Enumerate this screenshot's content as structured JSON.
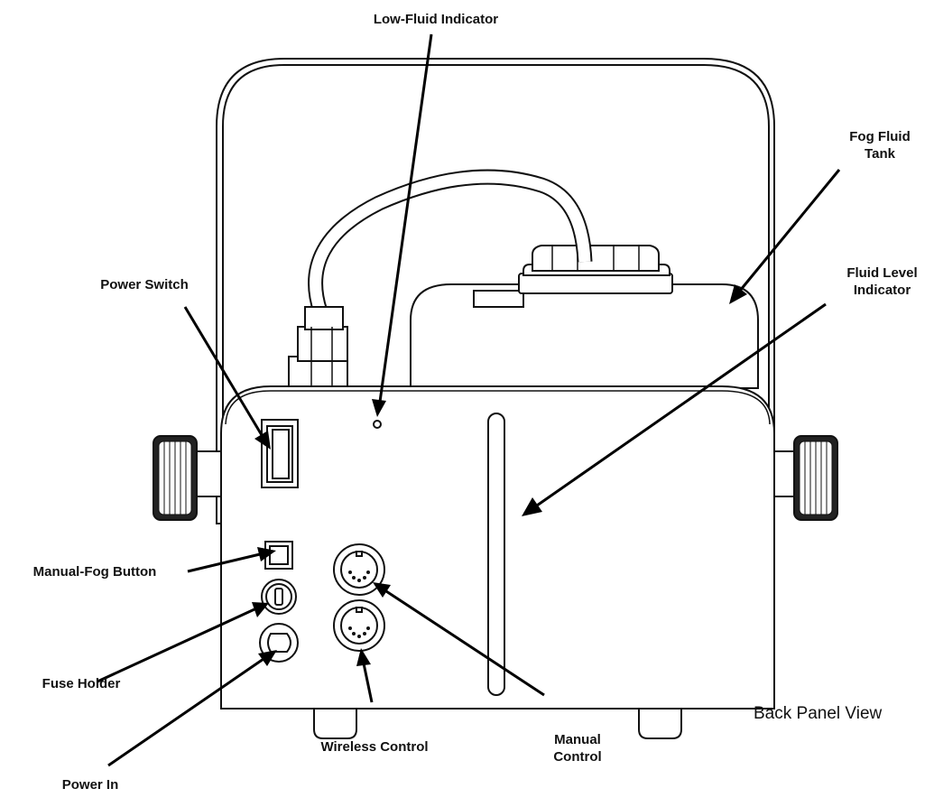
{
  "title": "Back Panel View",
  "labels": {
    "low_fluid": "Low-Fluid Indicator",
    "fog_tank": "Fog Fluid\nTank",
    "fluid_level": "Fluid Level\nIndicator",
    "power_switch": "Power Switch",
    "manual_fog": "Manual-Fog Button",
    "fuse_holder": "Fuse Holder",
    "power_in": "Power In",
    "wireless": "Wireless Control",
    "manual_control": "Manual\nControl"
  },
  "colors": {
    "line": "#111111",
    "background": "#ffffff"
  }
}
